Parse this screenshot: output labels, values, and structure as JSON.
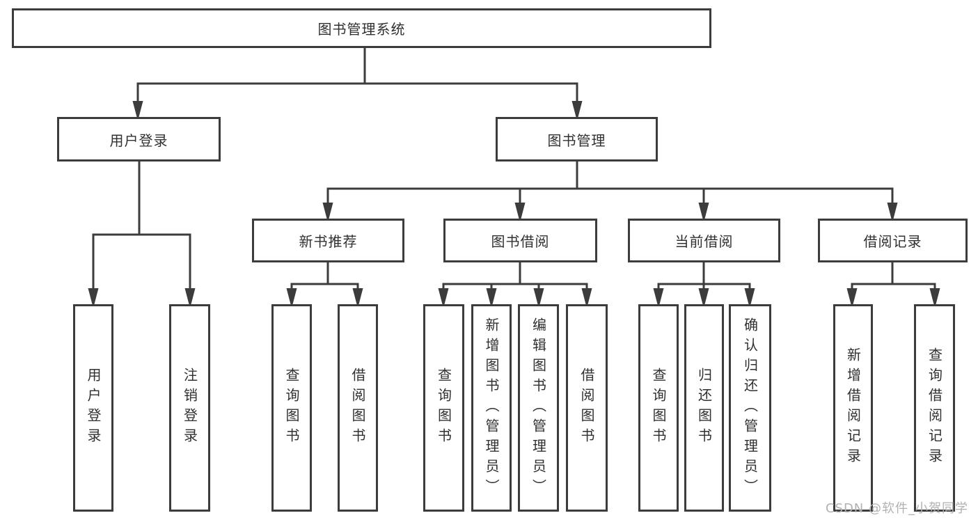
{
  "nodes": {
    "root": "图书管理系统",
    "user_login": "用户登录",
    "book_mgmt": "图书管理",
    "new_book_rec": "新书推荐",
    "book_borrow": "图书借阅",
    "current_borrow": "当前借阅",
    "borrow_record": "借阅记录",
    "leaf_user_login": "用户登录",
    "leaf_logout": "注销登录",
    "leaf_query_book_1": "查询图书",
    "leaf_borrow_book_1": "借阅图书",
    "leaf_query_book_2": "查询图书",
    "leaf_add_book": "新增图书（管理员）",
    "leaf_edit_book": "编辑图书（管理员）",
    "leaf_borrow_book_2": "借阅图书",
    "leaf_query_book_3": "查询图书",
    "leaf_return_book": "归还图书",
    "leaf_confirm_return": "确认归还（管理员）",
    "leaf_add_record": "新增借阅记录",
    "leaf_query_record": "查询借阅记录"
  },
  "watermark": "CSDN @软件_小贺同学",
  "colors": {
    "line": "#3c3c3c",
    "text": "#303030",
    "watermark": "#b3b1b1",
    "background": "#ffffff"
  }
}
